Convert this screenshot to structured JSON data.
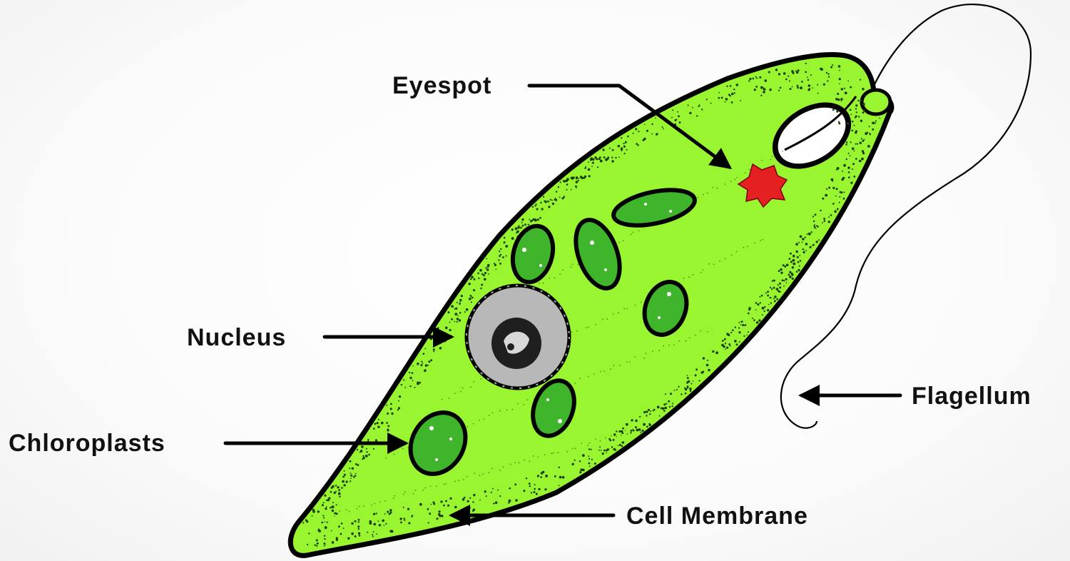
{
  "labels": {
    "eyespot": "Eyespot",
    "nucleus": "Nucleus",
    "chloroplasts": "Chloroplasts",
    "cell_membrane": "Cell Membrane",
    "flagellum": "Flagellum"
  },
  "colors": {
    "cytoplasm": "#99f52f",
    "chloroplast": "#3fb52c",
    "nucleus": "#b8b8b8",
    "nucleolus": "#1f1f1f",
    "eyespot": "#e52020",
    "outline": "#000000"
  }
}
